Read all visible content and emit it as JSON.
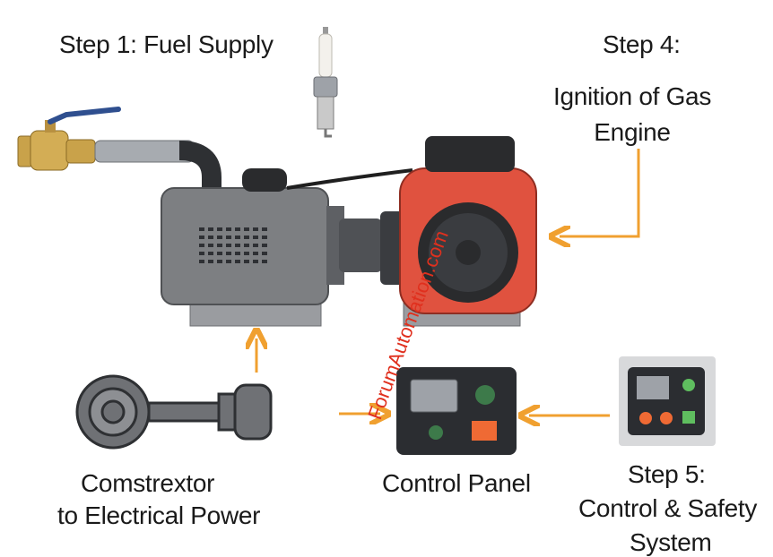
{
  "labels": {
    "step1": "Step 1: Fuel Supply",
    "step4_title": "Step 4:",
    "step4_desc": "Ignition of Gas Engine",
    "compressor_line1": "Comstrextor",
    "compressor_line2": "to Electrical Power",
    "control_panel": "Control Panel",
    "step5_line1": "Step 5:",
    "step5_line2": "Control & Safety",
    "step5_line3": "System"
  },
  "watermark": "ForumAutomation.com",
  "colors": {
    "arrow": "#f0a030",
    "engine_body": "#7d7f82",
    "generator_red": "#e0523f",
    "panel_dark": "#2b2d31",
    "indicator_green": "#3d7a4a",
    "indicator_orange": "#ef6a34",
    "watermark": "#e0301e",
    "valve_brass": "#c9a24a",
    "valve_handle": "#2f4f8f"
  }
}
